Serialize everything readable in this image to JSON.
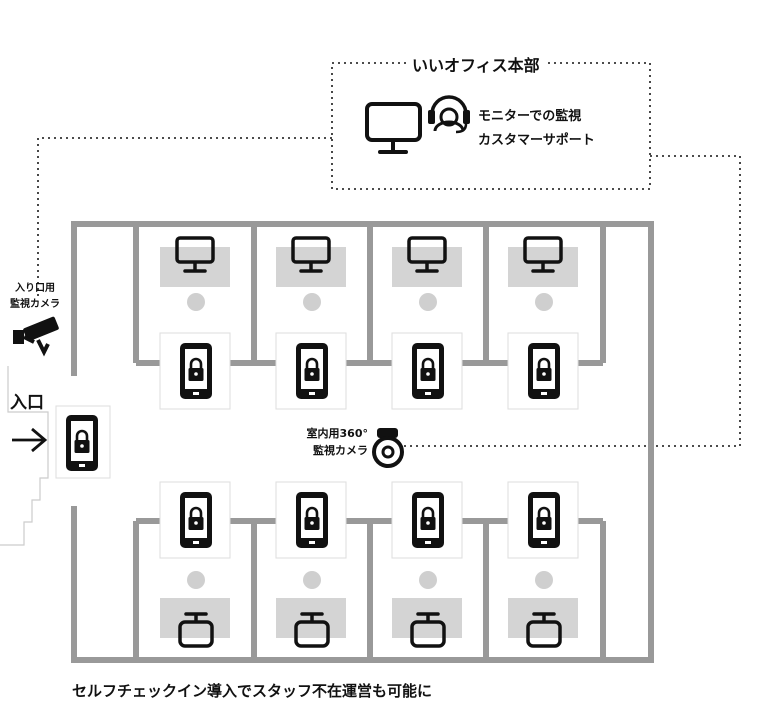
{
  "headquarters": {
    "title": "いいオフィス本部",
    "line1": "モニターでの監視",
    "line2": "カスタマーサポート",
    "icons": [
      "monitor-icon",
      "headset-icon"
    ]
  },
  "entrance": {
    "camera_label_line1": "入り口用",
    "camera_label_line2": "監視カメラ",
    "entrance_label": "入口",
    "icons": [
      "security-camera-icon",
      "arrow-right-icon",
      "lock-phone-icon"
    ]
  },
  "room_camera": {
    "label_line1": "室内用360°",
    "label_line2": "監視カメラ",
    "icon": "camera-360-icon"
  },
  "booths": {
    "top_row_count": 4,
    "bottom_row_count": 4,
    "icons": [
      "monitor-icon",
      "chair-icon",
      "lock-phone-icon"
    ]
  },
  "caption": "セルフチェックイン導入でスタッフ不在運営も可能に",
  "colors": {
    "wall": "#999999",
    "desk": "#d4d4d4",
    "seat": "#cfcfcf",
    "icon": "#111111"
  }
}
